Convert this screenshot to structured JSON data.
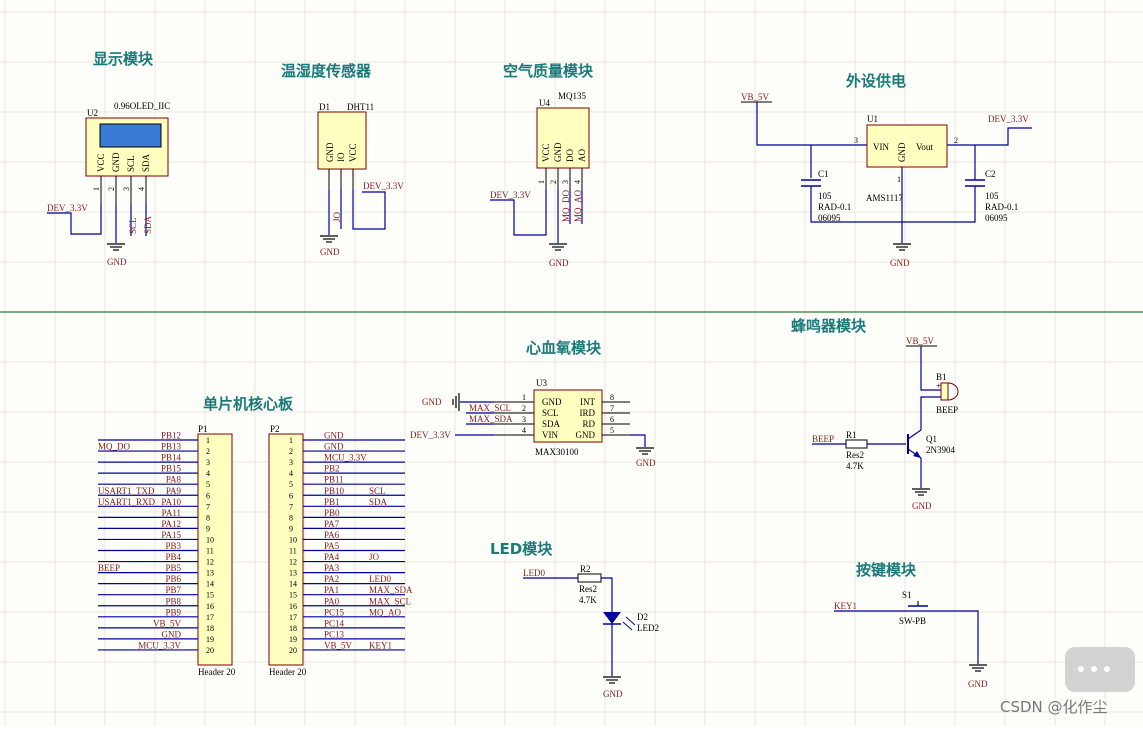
{
  "module_titles": {
    "display": "显示模块",
    "temp_humidity": "温湿度传感器",
    "air_quality": "空气质量模块",
    "power": "外设供电",
    "core_board": "单片机核心板",
    "spo2": "心血氧模块",
    "buzzer": "蜂鸣器模块",
    "led": "LED模块",
    "key": "按键模块"
  },
  "u2": {
    "designator": "U2",
    "part": "0.96OLED_IIC",
    "pins": [
      "VCC",
      "GND",
      "SCL",
      "SDA"
    ],
    "pin_numbers": [
      "1",
      "2",
      "3",
      "4"
    ],
    "net_power": "DEV_3.3V",
    "net_gnd": "GND",
    "net_scl": "SCL",
    "net_sda": "SDA"
  },
  "d1": {
    "designator": "D1",
    "part": "DHT11",
    "pins": [
      "GND",
      "IO",
      "VCC"
    ],
    "net_io": "JO",
    "net_power": "DEV_3.3V",
    "net_gnd": "GND"
  },
  "u4": {
    "designator": "U4",
    "part": "MQ135",
    "pins": [
      "VCC",
      "GND",
      "DO",
      "AO"
    ],
    "pin_numbers": [
      "1",
      "2",
      "3",
      "4"
    ],
    "net_power": "DEV_3.3V",
    "net_do": "MQ_DO",
    "net_ao": "MQ_AO",
    "net_gnd": "GND"
  },
  "power": {
    "vin_net": "VB_5V",
    "vout_net": "DEV_3.3V",
    "u1_designator": "U1",
    "u1_part": "AMS1117",
    "u1_vin": "VIN",
    "u1_gnd": "GND",
    "u1_vout": "Vout",
    "pin3": "3",
    "pin1": "1",
    "pin2": "2",
    "c1": {
      "designator": "C1",
      "value": "105",
      "footprint": "RAD-0.1",
      "code": "06095"
    },
    "c2": {
      "designator": "C2",
      "value": "105",
      "footprint": "RAD-0.1",
      "code": "06095"
    },
    "gnd": "GND"
  },
  "p1": {
    "designator": "P1",
    "part": "Header 20",
    "pin_labels": [
      "PB12",
      "PB13",
      "PB14",
      "PB15",
      "PA8",
      "PA9",
      "PA10",
      "PA11",
      "PA12",
      "PA15",
      "PB3",
      "PB4",
      "PB5",
      "PB6",
      "PB7",
      "PB8",
      "PB9",
      "VB_5V",
      "GND",
      "MCU_3.3V"
    ],
    "pin_numbers": [
      "1",
      "2",
      "3",
      "4",
      "5",
      "6",
      "7",
      "8",
      "9",
      "10",
      "11",
      "12",
      "13",
      "14",
      "15",
      "16",
      "17",
      "18",
      "19",
      "20"
    ],
    "nets": {
      "1": "MQ_DO",
      "5": "USART1_TXD",
      "6": "USART1_RXD",
      "12": "BEEP"
    }
  },
  "p2": {
    "designator": "P2",
    "part": "Header 20",
    "pin_labels": [
      "GND",
      "GND",
      "MCU_3.3V",
      "PB2",
      "PB11",
      "PB10",
      "PB1",
      "PB0",
      "PA7",
      "PA6",
      "PA5",
      "PA4",
      "PA3",
      "PA2",
      "PA1",
      "PA0",
      "PC15",
      "PC14",
      "PC13",
      "VB_5V"
    ],
    "pin_numbers": [
      "1",
      "2",
      "3",
      "4",
      "5",
      "6",
      "7",
      "8",
      "9",
      "10",
      "11",
      "12",
      "13",
      "14",
      "15",
      "16",
      "17",
      "18",
      "19",
      "20"
    ],
    "nets": {
      "5": "SCL",
      "6": "SDA",
      "11": "JO",
      "13": "LED0",
      "14": "MAX_SDA",
      "15": "MAX_SCL",
      "16": "MQ_AO",
      "19": "KEY1"
    }
  },
  "u3": {
    "designator": "U3",
    "part": "MAX30100",
    "left_pins": [
      "GND",
      "SCL",
      "SDA",
      "VIN"
    ],
    "right_pins": [
      "INT",
      "IRD",
      "RD",
      "GND"
    ],
    "left_numbers": [
      "1",
      "2",
      "3",
      "4"
    ],
    "right_numbers": [
      "8",
      "7",
      "6",
      "5"
    ],
    "net_gnd_left": "GND",
    "net_scl": "MAX_SCL",
    "net_sda": "MAX_SDA",
    "net_vin": "DEV_3.3V",
    "net_gnd_right": "GND"
  },
  "buzzer": {
    "vcc_net": "VB_5V",
    "b1_designator": "B1",
    "b1_part": "BEEP",
    "plus": "+",
    "r1_designator": "R1",
    "r1_value": "Res2",
    "r1_resistance": "4.7K",
    "q1_designator": "Q1",
    "q1_part": "2N3904",
    "beep_net": "BEEP",
    "gnd": "GND"
  },
  "led": {
    "net": "LED0",
    "r2_designator": "R2",
    "r2_value": "Res2",
    "r2_resistance": "4.7K",
    "d2_designator": "D2",
    "d2_part": "LED2",
    "gnd": "GND"
  },
  "key": {
    "net": "KEY1",
    "s1_designator": "S1",
    "s1_part": "SW-PB",
    "gnd": "GND"
  },
  "watermark": "CSDN @化作尘"
}
